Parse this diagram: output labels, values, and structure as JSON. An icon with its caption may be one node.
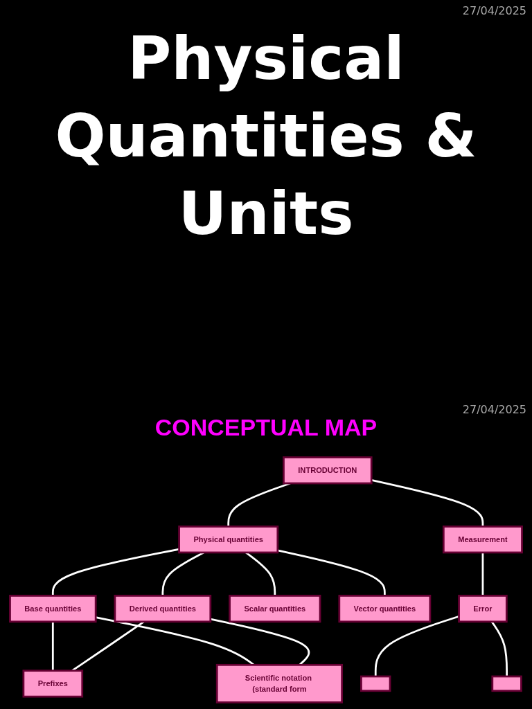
{
  "diagram": {
    "title": "Physical Quantities & Units",
    "nodes": [
      {
        "text": [
          "INTRODUCTION"
        ]
      },
      {
        "text": [
          "Physical quantities"
        ]
      },
      {
        "text": [
          "Base quantities"
        ]
      },
      {
        "text": [
          "Derived quantities"
        ]
      },
      {
        "text": [
          "Scalar quantities"
        ]
      },
      {
        "text": [
          "Vector quantities"
        ]
      },
      {
        "text": [
          "Measurement"
        ]
      },
      {
        "text": [
          "Error"
        ]
      },
      {
        "text": [
          "Prefixes"
        ]
      },
      {
        "text": [
          "Scientific notation (standard form"
        ]
      },
      {
        "text": [],
        "shape": "box"
      },
      {
        "text": [],
        "shape": "box"
      }
    ],
    "edges": [
      {
        "from": 0,
        "to": 1,
        "arrow": "none"
      },
      {
        "from": 1,
        "to": 2,
        "arrow": "none"
      },
      {
        "from": 1,
        "to": 3,
        "arrow": "none"
      },
      {
        "from": 1,
        "to": 4,
        "arrow": "none"
      },
      {
        "from": 1,
        "to": 5,
        "arrow": "none"
      },
      {
        "from": 0,
        "to": 6,
        "arrow": "none"
      },
      {
        "from": 2,
        "to": 8,
        "arrow": "none"
      },
      {
        "from": 2,
        "to": 9,
        "arrow": "none"
      },
      {
        "from": 3,
        "to": 8,
        "arrow": "none"
      },
      {
        "from": 3,
        "to": 9,
        "arrow": "none"
      },
      {
        "from": 6,
        "to": 7,
        "arrow": "none"
      },
      {
        "from": 7,
        "to": 10,
        "arrow": "none"
      },
      {
        "from": 7,
        "to": 11,
        "arrow": "none"
      }
    ],
    "labels": [
      "27/04/2025",
      "27/04/2025",
      "CONCEPTUAL MAP"
    ]
  }
}
